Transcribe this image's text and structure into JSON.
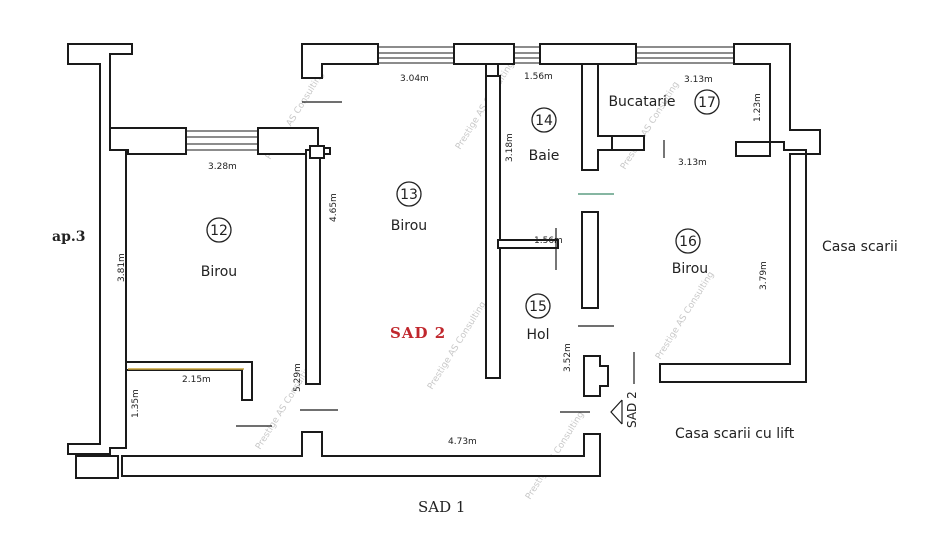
{
  "plan": {
    "rooms": [
      {
        "number": "12",
        "name": "Birou"
      },
      {
        "number": "13",
        "name": "Birou"
      },
      {
        "number": "14",
        "name": "Baie"
      },
      {
        "number": "15",
        "name": "Hol"
      },
      {
        "number": "16",
        "name": "Birou"
      },
      {
        "number": "17",
        "name": "Bucatarie"
      }
    ],
    "dimensions": [
      "3.04m",
      "1.56m",
      "3.13m",
      "1.23m",
      "3.18m",
      "3.13m",
      "3.28m",
      "4.65m",
      "3.81m",
      "1.56m",
      "3.79m",
      "2.15m",
      "5.29m",
      "3.52m",
      "1.35m",
      "4.73m"
    ],
    "labels": {
      "ap3": "ap.3",
      "casa_scarii": "Casa scarii",
      "sad2_center": "SAD 2",
      "sad2_marker": "SAD 2",
      "casa_scarii_lift": "Casa scarii cu lift",
      "sad1": "SAD 1"
    },
    "watermark": "Prestige AS Consulting"
  }
}
